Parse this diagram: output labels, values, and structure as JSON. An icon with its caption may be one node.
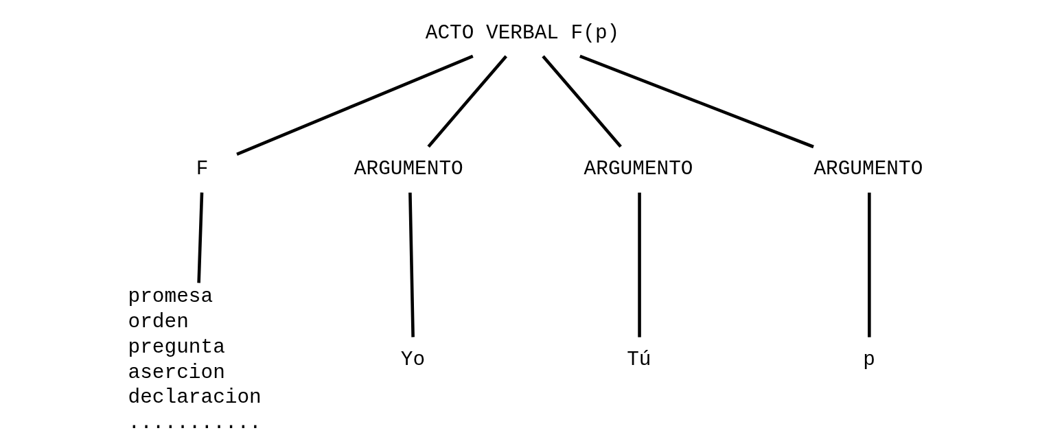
{
  "diagram": {
    "nodes": [
      {
        "text": [
          "ACTO VERBAL F(p)"
        ]
      },
      {
        "text": [
          "F"
        ]
      },
      {
        "text": [
          "ARGUMENTO"
        ]
      },
      {
        "text": [
          "ARGUMENTO"
        ]
      },
      {
        "text": [
          "ARGUMENTO"
        ]
      },
      {
        "text": [
          "promesa",
          "orden",
          "pregunta",
          "asercion",
          "declaracion"
        ],
        "beside": [
          "..........."
        ]
      },
      {
        "text": [
          "Yo"
        ]
      },
      {
        "text": [
          "Tú"
        ]
      },
      {
        "text": [
          "p"
        ]
      }
    ],
    "edges": [
      {
        "from": 0,
        "to": 1,
        "arrow": "none"
      },
      {
        "from": 0,
        "to": 2,
        "arrow": "none"
      },
      {
        "from": 0,
        "to": 3,
        "arrow": "none"
      },
      {
        "from": 0,
        "to": 4,
        "arrow": "none"
      },
      {
        "from": 1,
        "to": 5,
        "arrow": "none"
      },
      {
        "from": 2,
        "to": 6,
        "arrow": "none"
      },
      {
        "from": 3,
        "to": 7,
        "arrow": "none"
      },
      {
        "from": 4,
        "to": 8,
        "arrow": "none"
      }
    ]
  }
}
